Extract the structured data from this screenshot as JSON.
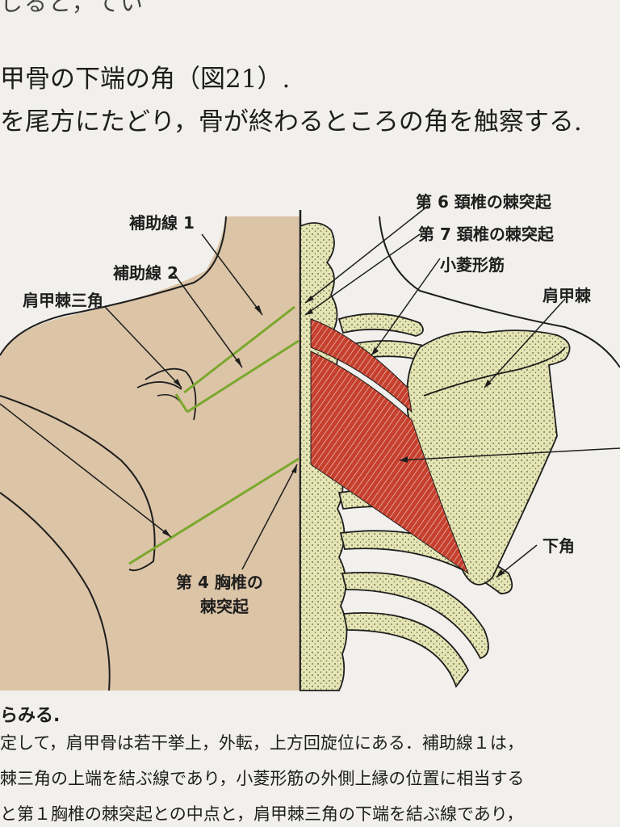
{
  "text": {
    "top_partial": "しると，てい",
    "line1": "甲骨の下端の角（図21）.",
    "line2": "を尾方にたどり，骨が終わるところの角を触察する.",
    "section_head": "らみる.",
    "para1": "定して，肩甲骨は若干挙上，外転，上方回旋位にある．補助線１は，",
    "para2": "棘三角の上端を結ぶ線であり，小菱形筋の外側上縁の位置に相当する",
    "para3": "と第１胸椎の棘突起との中点と，肩甲棘三角の下端を結ぶ線であり，"
  },
  "figure": {
    "labels": {
      "aux_line_1": "補助線 1",
      "aux_line_2": "補助線 2",
      "spine_triangle": "肩甲棘三角",
      "c6_spinous": "第 6 頚椎の棘突起",
      "c7_spinous": "第 7 頚椎の棘突起",
      "rhomboid_minor": "小菱形筋",
      "scapular_spine": "肩甲棘",
      "inferior_angle": "下角",
      "t4_spinous_line1": "第 4 胸椎の",
      "t4_spinous_line2": "棘突起"
    },
    "colors": {
      "skin": "#dcc4a6",
      "bone": "#e4e4b4",
      "muscle": "#c6402e",
      "aux_line": "#7aa82e",
      "outline": "#1e1e1e"
    }
  }
}
